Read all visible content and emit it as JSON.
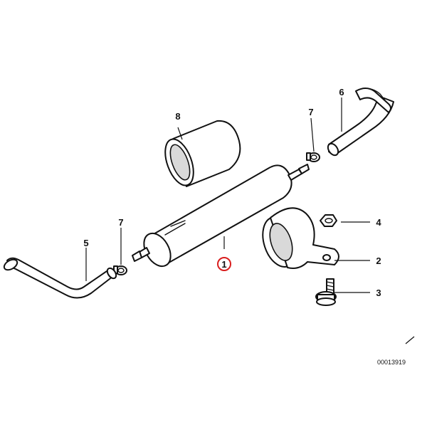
{
  "callouts": {
    "c1": "1",
    "c2": "2",
    "c3": "3",
    "c4": "4",
    "c5": "5",
    "c6": "6",
    "c7a": "7",
    "c7b": "7",
    "c8": "8"
  },
  "highlight_color": "#d91e1e",
  "diagram_number": "00013919"
}
